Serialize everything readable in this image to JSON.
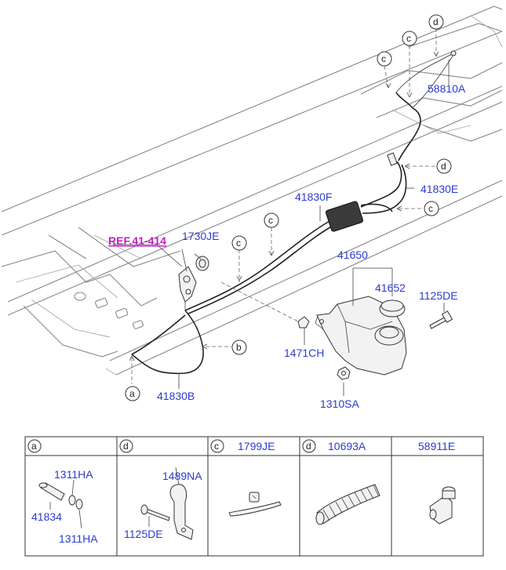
{
  "diagram": {
    "part_labels": {
      "p58810A": "58810A",
      "p41830E": "41830E",
      "p41830F": "41830F",
      "p1730JE": "1730JE",
      "p41650": "41650",
      "p41652": "41652",
      "p1125DE": "1125DE",
      "p1471CH": "1471CH",
      "p1310SA": "1310SA",
      "p41830B": "41830B"
    },
    "reference_label": "REF.41-414",
    "reference_color": "#c020c0",
    "part_label_color": "#2a3ccf",
    "callouts": {
      "a": "a",
      "b": "b",
      "c": "c",
      "d": "d"
    }
  },
  "legend_table": {
    "cells": [
      {
        "letter": "a",
        "part": "",
        "labels": [
          "1311HA",
          "41834",
          "1311HA"
        ],
        "icon": "pin-with-washers-icon"
      },
      {
        "letter": "d",
        "part": "",
        "labels": [
          "1489NA",
          "1125DE"
        ],
        "icon": "clip-bracket-with-bolt-icon"
      },
      {
        "letter": "c",
        "part": "1799JE",
        "labels": [],
        "icon": "cable-tie-icon"
      },
      {
        "letter": "d",
        "part": "10693A",
        "labels": [],
        "icon": "corrugated-tube-icon"
      },
      {
        "letter": "",
        "part": "58911E",
        "labels": [],
        "icon": "elbow-fitting-icon"
      }
    ]
  }
}
